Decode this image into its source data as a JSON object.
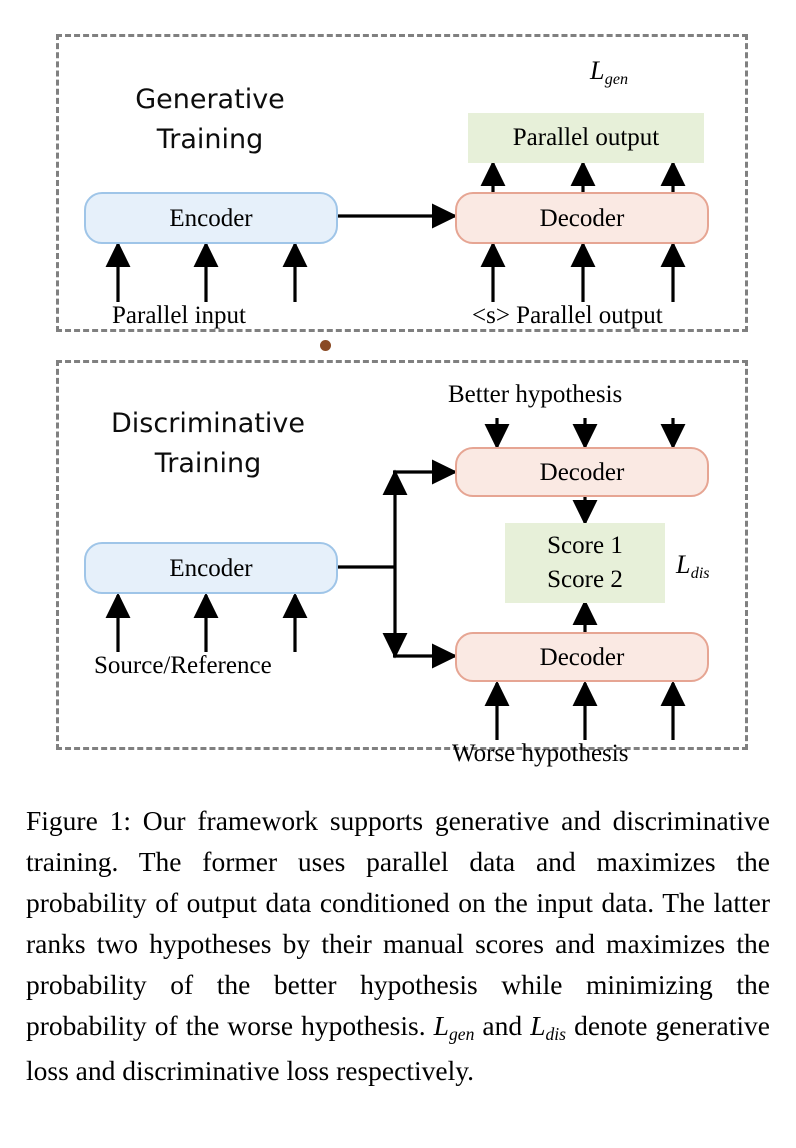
{
  "figure": {
    "panels": [
      {
        "id": "generative",
        "title": "Generative\nTraining",
        "loss_label": {
          "base": "L",
          "sub": "gen"
        },
        "modules": [
          {
            "name": "encoder",
            "label": "Encoder"
          },
          {
            "name": "decoder",
            "label": "Decoder"
          }
        ],
        "highlight": {
          "label": "Parallel output"
        },
        "inputs": [
          {
            "name": "encoder-input",
            "label": "Parallel input"
          },
          {
            "name": "decoder-input",
            "label": "<s> Parallel output"
          }
        ]
      },
      {
        "id": "discriminative",
        "title": "Discriminative\nTraining",
        "loss_label": {
          "base": "L",
          "sub": "dis"
        },
        "modules": [
          {
            "name": "encoder",
            "label": "Encoder"
          },
          {
            "name": "decoder-top",
            "label": "Decoder"
          },
          {
            "name": "decoder-bottom",
            "label": "Decoder"
          }
        ],
        "highlight": {
          "score1": "Score 1",
          "score2": "Score 2"
        },
        "inputs": [
          {
            "name": "encoder-input",
            "label": "Source/Reference"
          },
          {
            "name": "better-hypothesis",
            "label": "Better hypothesis"
          },
          {
            "name": "worse-hypothesis",
            "label": "Worse hypothesis"
          }
        ]
      }
    ]
  },
  "caption": {
    "prefix": "Figure 1:",
    "part1": " Our framework supports generative and discriminative training. The former uses parallel data and maximizes the probability of output data conditioned on the input data. The latter ranks two hypotheses by their manual scores and maximizes the probability of the better hypothesis while minimizing the probability of the worse hypothesis. ",
    "math1_base": "L",
    "math1_sub": "gen",
    "mid": " and ",
    "math2_base": "L",
    "math2_sub": "dis",
    "part2": " denote generative loss and discriminative loss respectively."
  },
  "colors": {
    "encoder_fill": "#e6f0fa",
    "encoder_border": "#9fc5e8",
    "decoder_fill": "#fae9e3",
    "decoder_border": "#e6a593",
    "highlight_fill": "#e7f0d9",
    "panel_border": "#808080",
    "separator_dot": "#8a4a24",
    "arrow": "#000000"
  }
}
